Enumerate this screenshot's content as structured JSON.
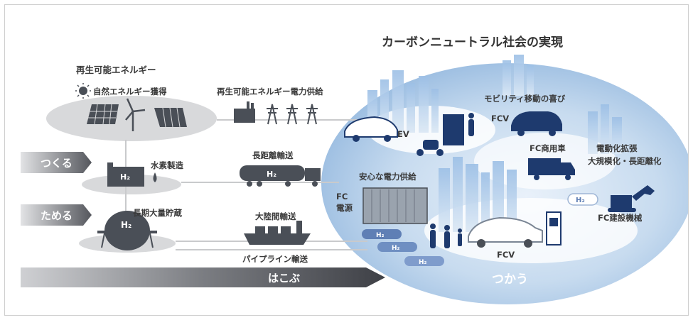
{
  "diagram": {
    "title": "カーボンニュートラル社会の実現",
    "sections": {
      "renewable": "再生可能エネルギー",
      "natural": "自然エネルギー獲得",
      "supply": "再生可能エネルギー電力供給",
      "production": "水素製造",
      "long_transport": "長距離輸送",
      "storage": "長期大量貯蔵",
      "intercontinental": "大陸間輸送",
      "pipeline": "パイプライン輸送"
    },
    "stages": {
      "make": "つくる",
      "store": "ためる",
      "carry": "はこぶ",
      "use": "つかう"
    },
    "uses": {
      "ev": "EV",
      "mobility": "モビリティ移動の喜び",
      "fcv_top": "FCV",
      "fc_truck": "FC商用車",
      "electrify": "電動化拡張",
      "scale": "大規模化・長距離化",
      "safe_power": "安心な電力供給",
      "fc": "FC",
      "power_source": "電源",
      "construction": "FC建設機械",
      "fcv_bottom": "FCV"
    },
    "h2_label": "H₂",
    "colors": {
      "disc_gray": "#d8d9db",
      "ellipse_blue": "#b8d1ea",
      "arrow_dark": "#4c4e55",
      "icon_dark": "#4a4f57",
      "icon_blue": "#1e3a6e",
      "text": "#3a3a3a"
    }
  }
}
